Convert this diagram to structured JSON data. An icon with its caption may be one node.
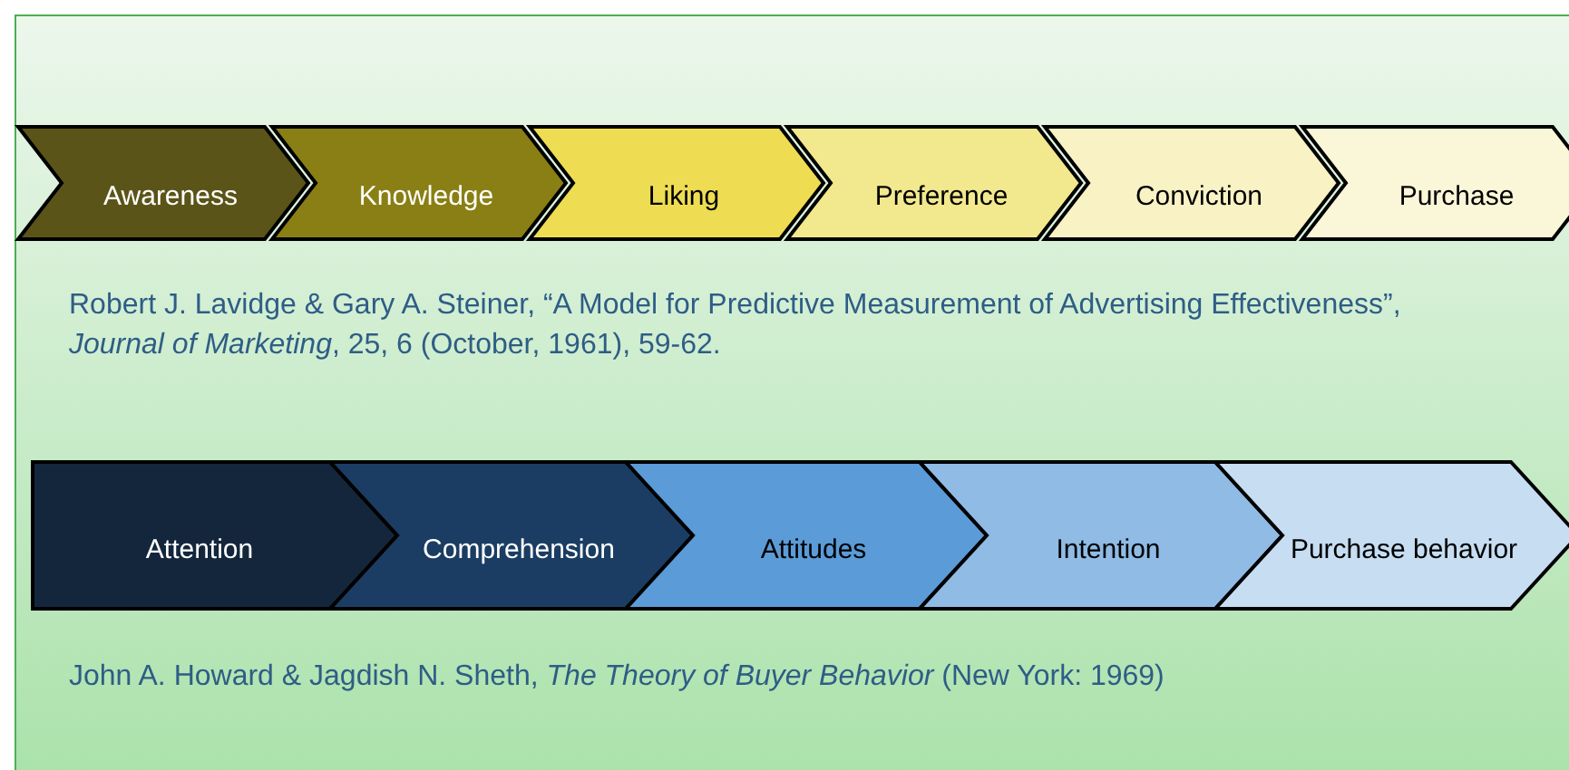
{
  "diagram": {
    "nodes": [
      {
        "text": [
          "Awareness"
        ]
      },
      {
        "text": [
          "Knowledge"
        ]
      },
      {
        "text": [
          "Liking"
        ]
      },
      {
        "text": [
          "Preference"
        ]
      },
      {
        "text": [
          "Conviction"
        ]
      },
      {
        "text": [
          "Purchase"
        ]
      },
      {
        "text": [
          "Attention"
        ]
      },
      {
        "text": [
          "Comprehension"
        ]
      },
      {
        "text": [
          "Attitudes"
        ]
      },
      {
        "text": [
          "Intention"
        ]
      },
      {
        "text": [
          "Purchase behavior"
        ]
      }
    ],
    "edges": [],
    "labels": [
      "Robert J. Lavidge & Gary A. Steiner, “A Model for Predictive Measurement of Advertising Effectiveness”, *Journal of Marketing*, 25, 6 (October, 1961), 59-62.",
      "John A. Howard & Jagdish N. Sheth, *The Theory of Buyer Behavior* (New York: 1969)"
    ]
  }
}
